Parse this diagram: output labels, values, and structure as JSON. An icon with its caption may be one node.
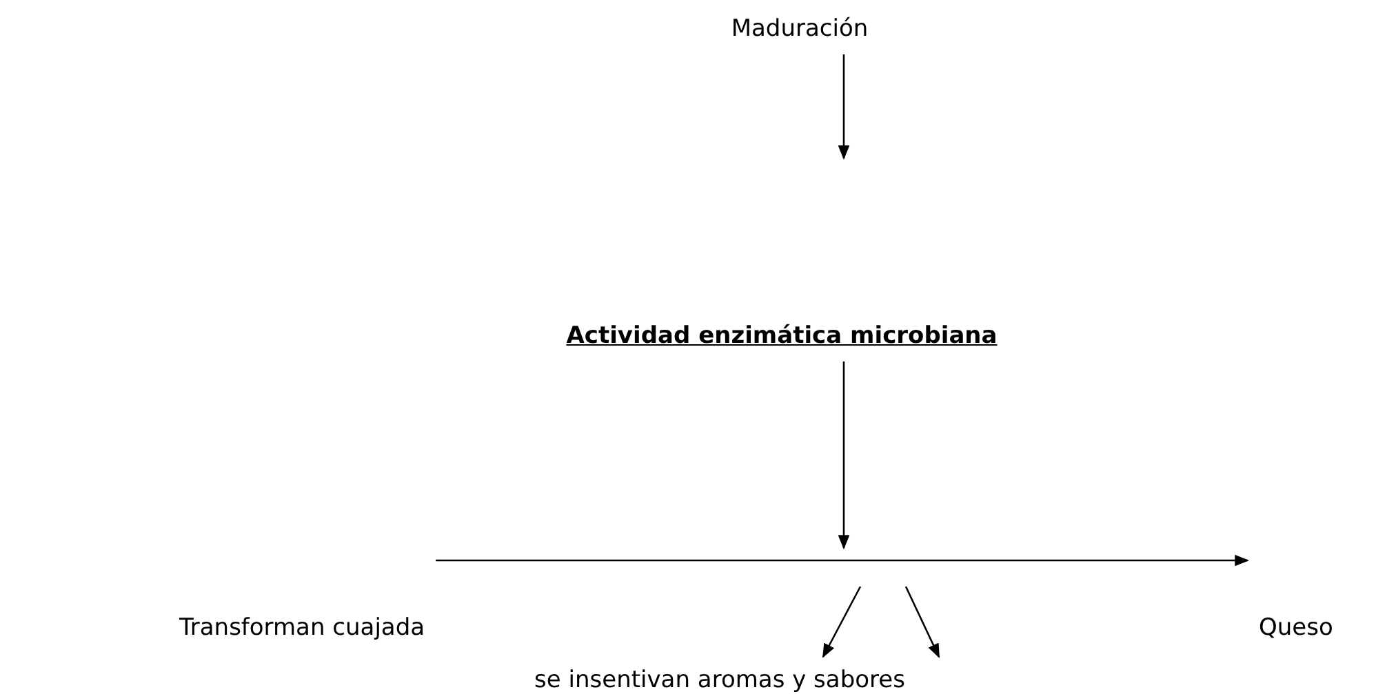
{
  "diagram": {
    "nodes": [
      {
        "text": [
          "Maduración"
        ]
      },
      {
        "text": [
          "Actividad enzimática microbiana"
        ]
      },
      {
        "text": [
          "Transforman cuajada"
        ]
      },
      {
        "text": [
          "Queso"
        ]
      },
      {
        "text": [
          "se insentivan aromas y sabores"
        ]
      }
    ],
    "edges": [
      {
        "from": 0,
        "to": null,
        "arrow": "to"
      },
      {
        "from": 1,
        "to": null,
        "arrow": "to"
      },
      {
        "from": 2,
        "to": 3,
        "arrow": "to"
      },
      {
        "from": null,
        "to": 4,
        "arrow": "to"
      },
      {
        "from": null,
        "to": 4,
        "arrow": "to"
      }
    ]
  }
}
